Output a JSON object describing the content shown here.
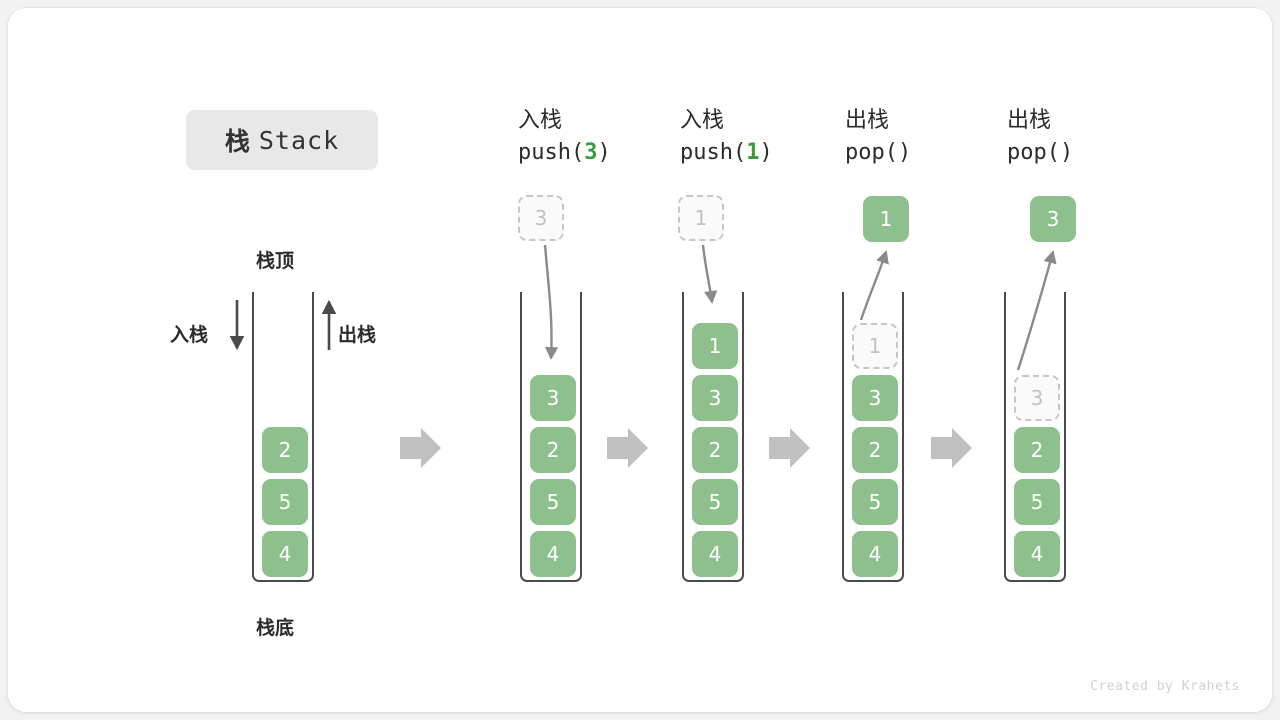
{
  "title": {
    "cn": "栈",
    "en": "Stack"
  },
  "labels": {
    "top": "栈顶",
    "bottom": "栈底",
    "push": "入栈",
    "pop": "出栈"
  },
  "footer": "Created by Krahets",
  "colors": {
    "box_green": "#8dc08d",
    "accent_green": "#3c9a3c",
    "ghost_fill": "#fafafa",
    "ghost_border": "#c6c6c6",
    "container_border": "#4a4a4a",
    "flow_arrow": "#c0c0c0",
    "badge_bg": "#e8e8e8"
  },
  "columns": [
    {
      "id": "initial",
      "op_cn": "",
      "op_code": "",
      "op_arg": "",
      "stack": [
        "4",
        "5",
        "2"
      ],
      "ghost_top": null,
      "popped": null
    },
    {
      "id": "push-3",
      "op_cn": "入栈",
      "op_code_prefix": "push(",
      "op_arg": "3",
      "op_code_suffix": ")",
      "incoming": "3",
      "stack": [
        "4",
        "5",
        "2",
        "3"
      ],
      "ghost_top": null,
      "popped": null
    },
    {
      "id": "push-1",
      "op_cn": "入栈",
      "op_code_prefix": "push(",
      "op_arg": "1",
      "op_code_suffix": ")",
      "incoming": "1",
      "stack": [
        "4",
        "5",
        "2",
        "3",
        "1"
      ],
      "ghost_top": null,
      "popped": null
    },
    {
      "id": "pop-1",
      "op_cn": "出栈",
      "op_code_prefix": "pop(",
      "op_arg": "",
      "op_code_suffix": ")",
      "stack": [
        "4",
        "5",
        "2",
        "3"
      ],
      "ghost_top": "1",
      "popped": "1"
    },
    {
      "id": "pop-3",
      "op_cn": "出栈",
      "op_code_prefix": "pop(",
      "op_arg": "",
      "op_code_suffix": ")",
      "stack": [
        "4",
        "5",
        "2"
      ],
      "ghost_top": "3",
      "popped": "3"
    }
  ]
}
